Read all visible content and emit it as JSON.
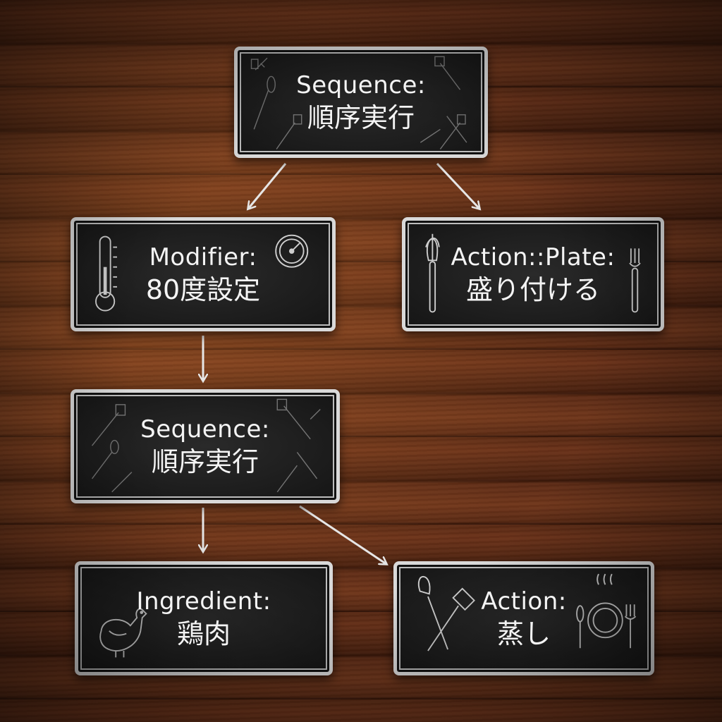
{
  "nodes": [
    {
      "id": "seq1",
      "line1": "Sequence:",
      "line2": "順序実行"
    },
    {
      "id": "mod",
      "line1": "Modifier:",
      "line2": "80度設定"
    },
    {
      "id": "plate",
      "line1": "Action::Plate:",
      "line2": "盛り付ける"
    },
    {
      "id": "seq2",
      "line1": "Sequence:",
      "line2": "順序実行"
    },
    {
      "id": "ing",
      "line1": "Ingredient:",
      "line2": "鶏肉"
    },
    {
      "id": "act",
      "line1": "Action:",
      "line2": "蒸し"
    }
  ],
  "colors": {
    "chalk": "#e6e6e6",
    "board": "#1b1b1b",
    "wood": "#5a2a14"
  }
}
